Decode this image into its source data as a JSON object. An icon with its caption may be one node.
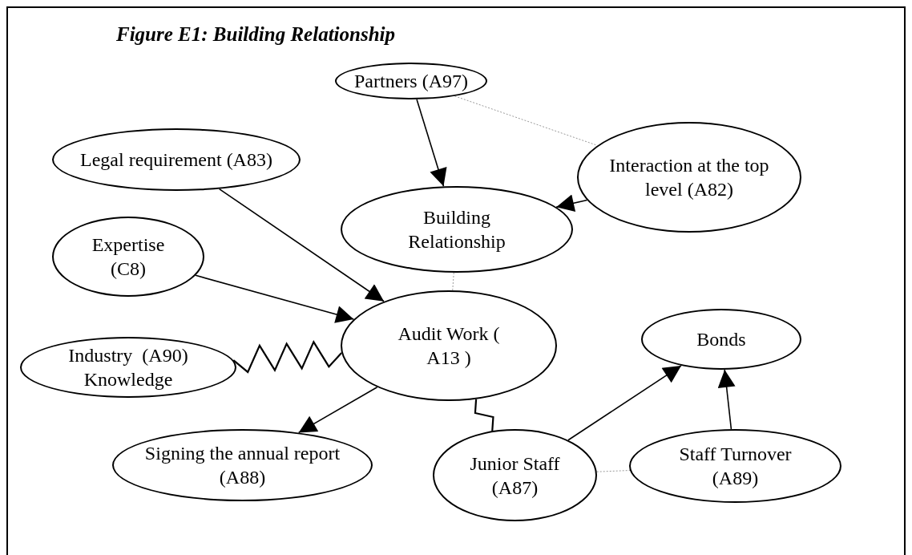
{
  "diagram": {
    "title": "Figure E1: Building Relationship",
    "nodes": [
      {
        "text": [
          "Partners (A97)"
        ]
      },
      {
        "text": [
          "Legal requirement (A83)"
        ]
      },
      {
        "text": [
          "Interaction at the top level (A82)"
        ]
      },
      {
        "text": [
          "Building Relationship"
        ]
      },
      {
        "text": [
          "Expertise (C8)"
        ]
      },
      {
        "text": [
          "Audit Work ( A13 )"
        ]
      },
      {
        "text": [
          "Bonds"
        ]
      },
      {
        "text": [
          "Industry  (A90) Knowledge"
        ]
      },
      {
        "text": [
          "Signing the annual report (A88)"
        ]
      },
      {
        "text": [
          "Junior Staff (A87)"
        ]
      },
      {
        "text": [
          "Staff Turnover (A89)"
        ]
      }
    ],
    "edges": [
      {
        "from": 0,
        "to": 3,
        "arrow": "to"
      },
      {
        "from": 2,
        "to": 3,
        "arrow": "to"
      },
      {
        "from": 1,
        "to": 5,
        "arrow": "to"
      },
      {
        "from": 4,
        "to": 5,
        "arrow": "to"
      },
      {
        "from": 7,
        "to": 5,
        "arrow": "none"
      },
      {
        "from": 5,
        "to": 8,
        "arrow": "to"
      },
      {
        "from": 5,
        "to": 9,
        "arrow": "none"
      },
      {
        "from": 9,
        "to": 6,
        "arrow": "to"
      },
      {
        "from": 10,
        "to": 6,
        "arrow": "to"
      },
      {
        "from": 0,
        "to": 2,
        "arrow": "none",
        "style": "dashed",
        "color": "#9a9a9a"
      },
      {
        "from": 3,
        "to": 5,
        "arrow": "none",
        "style": "dashed",
        "color": "#9a9a9a"
      },
      {
        "from": 9,
        "to": 10,
        "arrow": "none",
        "style": "dashed",
        "color": "#9a9a9a"
      }
    ]
  }
}
